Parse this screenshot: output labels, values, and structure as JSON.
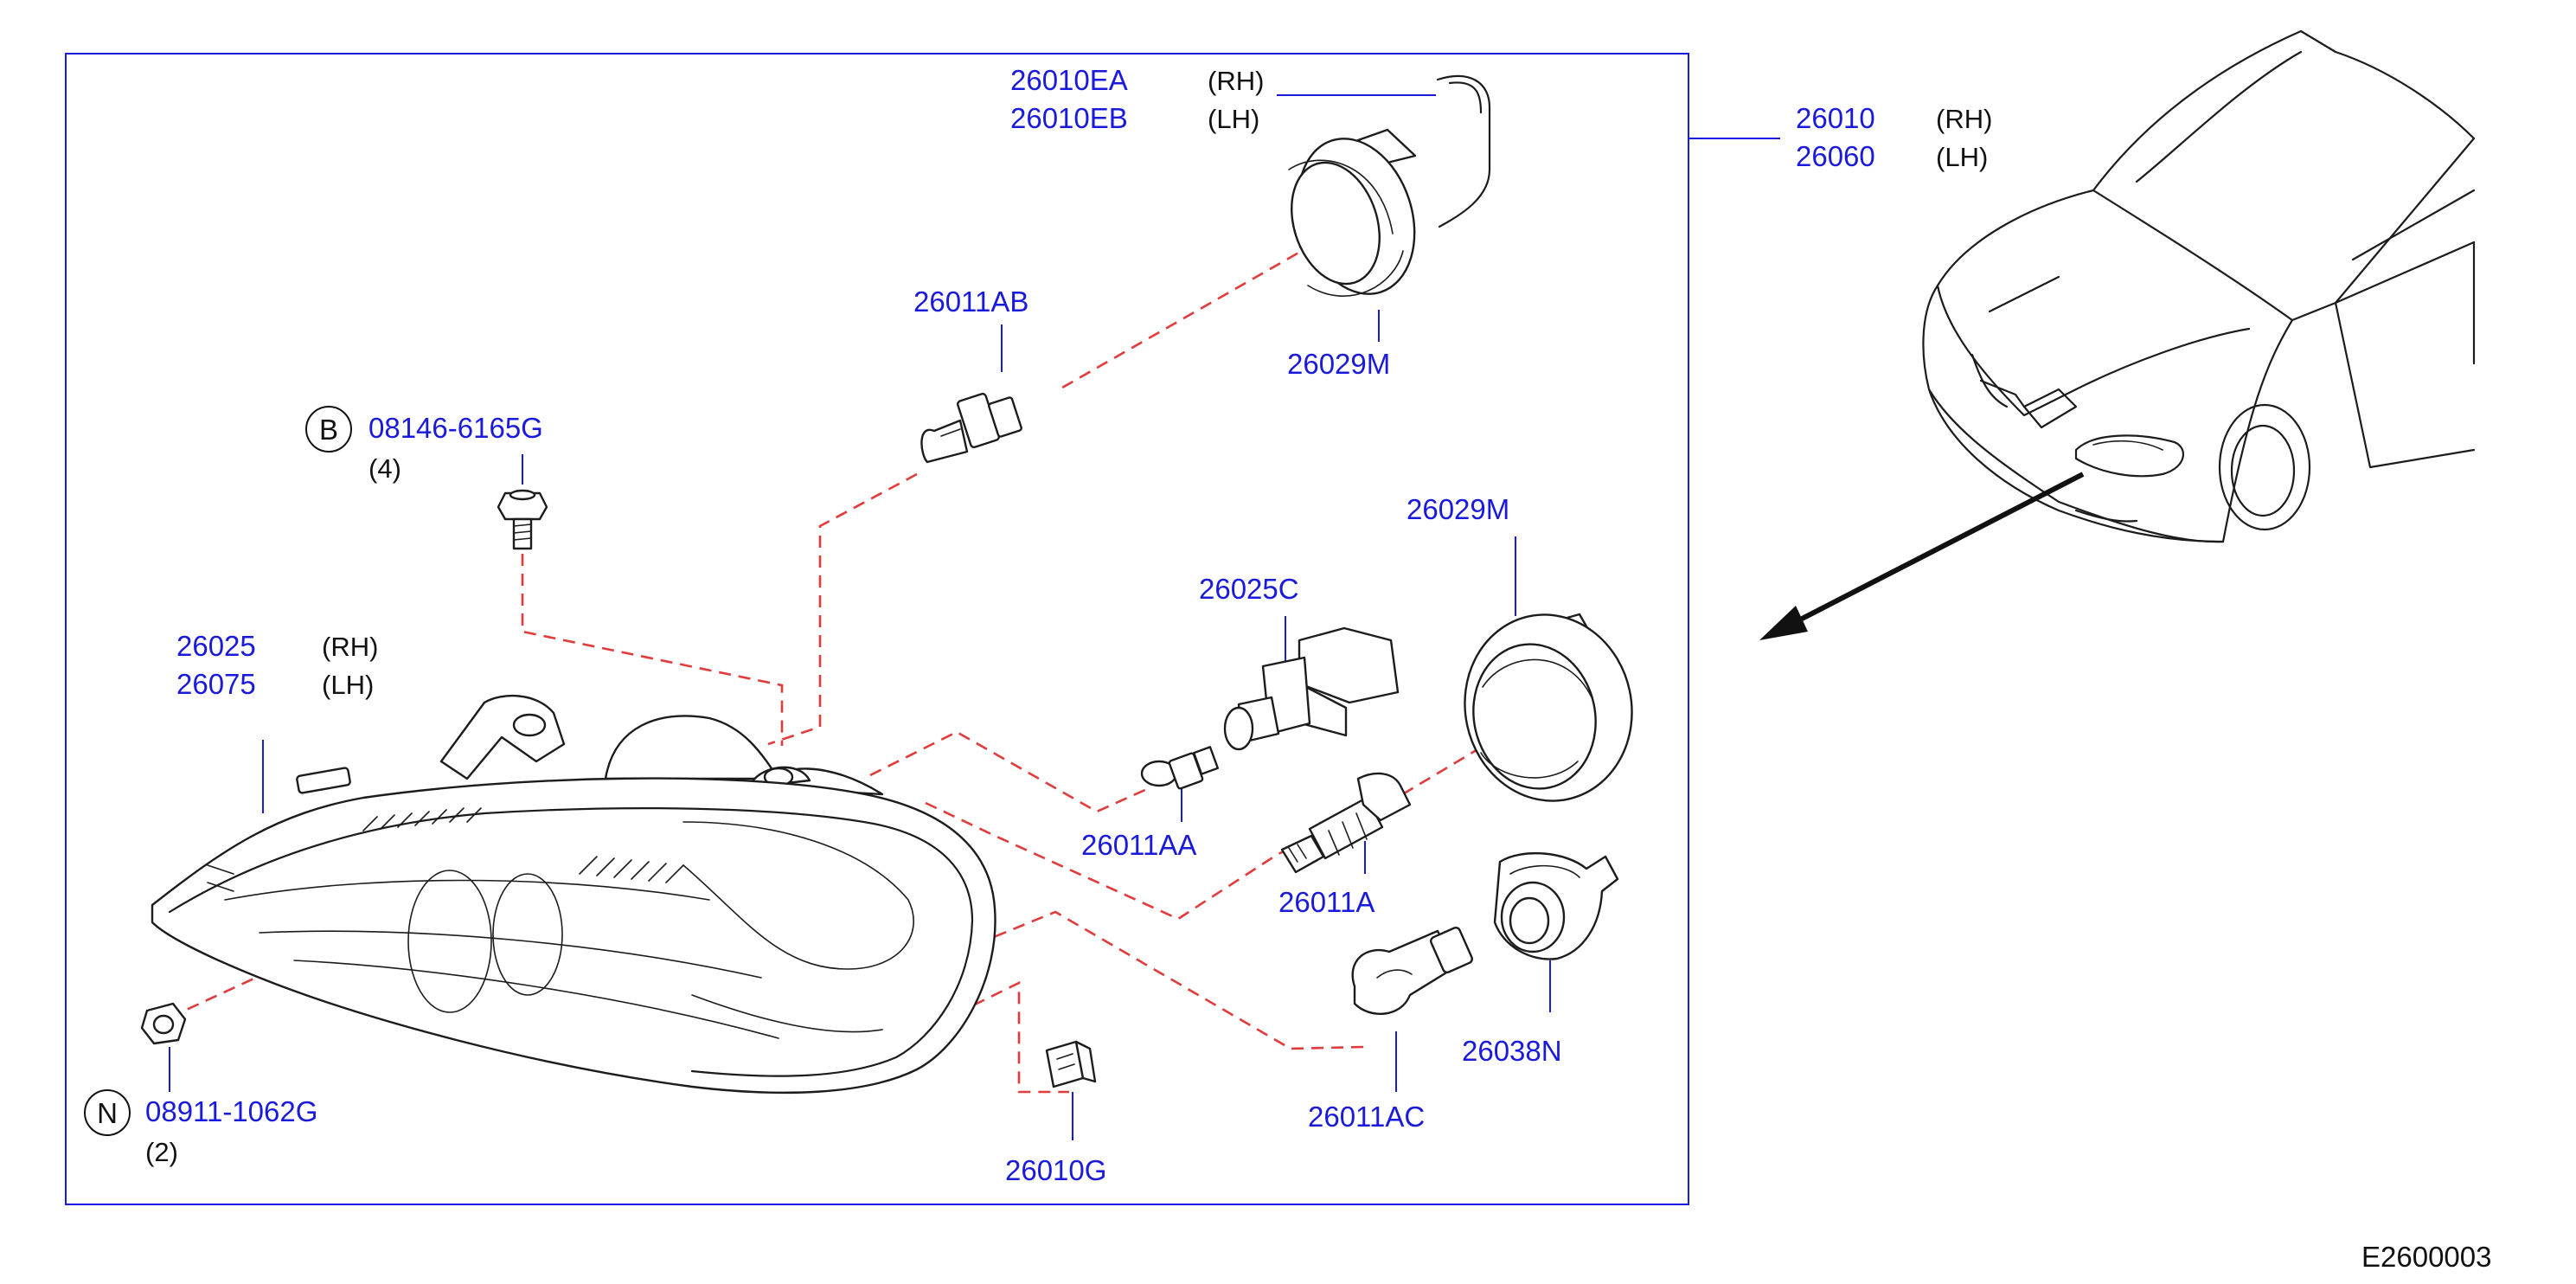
{
  "diagram_code": "E2600003",
  "colors": {
    "part_number": "#1a1adc",
    "leader_line": "#1a1adc",
    "assembly_dash": "#e23b3b",
    "drawing": "#1c1c1c"
  },
  "assembly": {
    "part_number_rh": "26010",
    "part_number_lh": "26060",
    "rh": "(RH)",
    "lh": "(LH)"
  },
  "parts": {
    "socket_harness": {
      "part_number_rh": "26010EA",
      "part_number_lh": "26010EB",
      "rh": "(RH)",
      "lh": "(LH)"
    },
    "cap_upper": {
      "part_number": "26029M"
    },
    "cap_right": {
      "part_number": "26029M"
    },
    "bulb_upper": {
      "part_number": "26011AB"
    },
    "bolt": {
      "marker": "B",
      "part_number": "08146-6165G",
      "qty": "(4)"
    },
    "housing": {
      "part_number_rh": "26025",
      "part_number_lh": "26075",
      "rh": "(RH)",
      "lh": "(LH)"
    },
    "socket_connector": {
      "part_number": "26025C"
    },
    "bulb_small": {
      "part_number": "26011AA"
    },
    "bulb_halogen": {
      "part_number": "26011A"
    },
    "socket_turn": {
      "part_number": "26038N"
    },
    "bulb_turn": {
      "part_number": "26011AC"
    },
    "nut": {
      "marker": "N",
      "part_number": "08911-1062G",
      "qty": "(2)"
    },
    "clip": {
      "part_number": "26010G"
    }
  }
}
